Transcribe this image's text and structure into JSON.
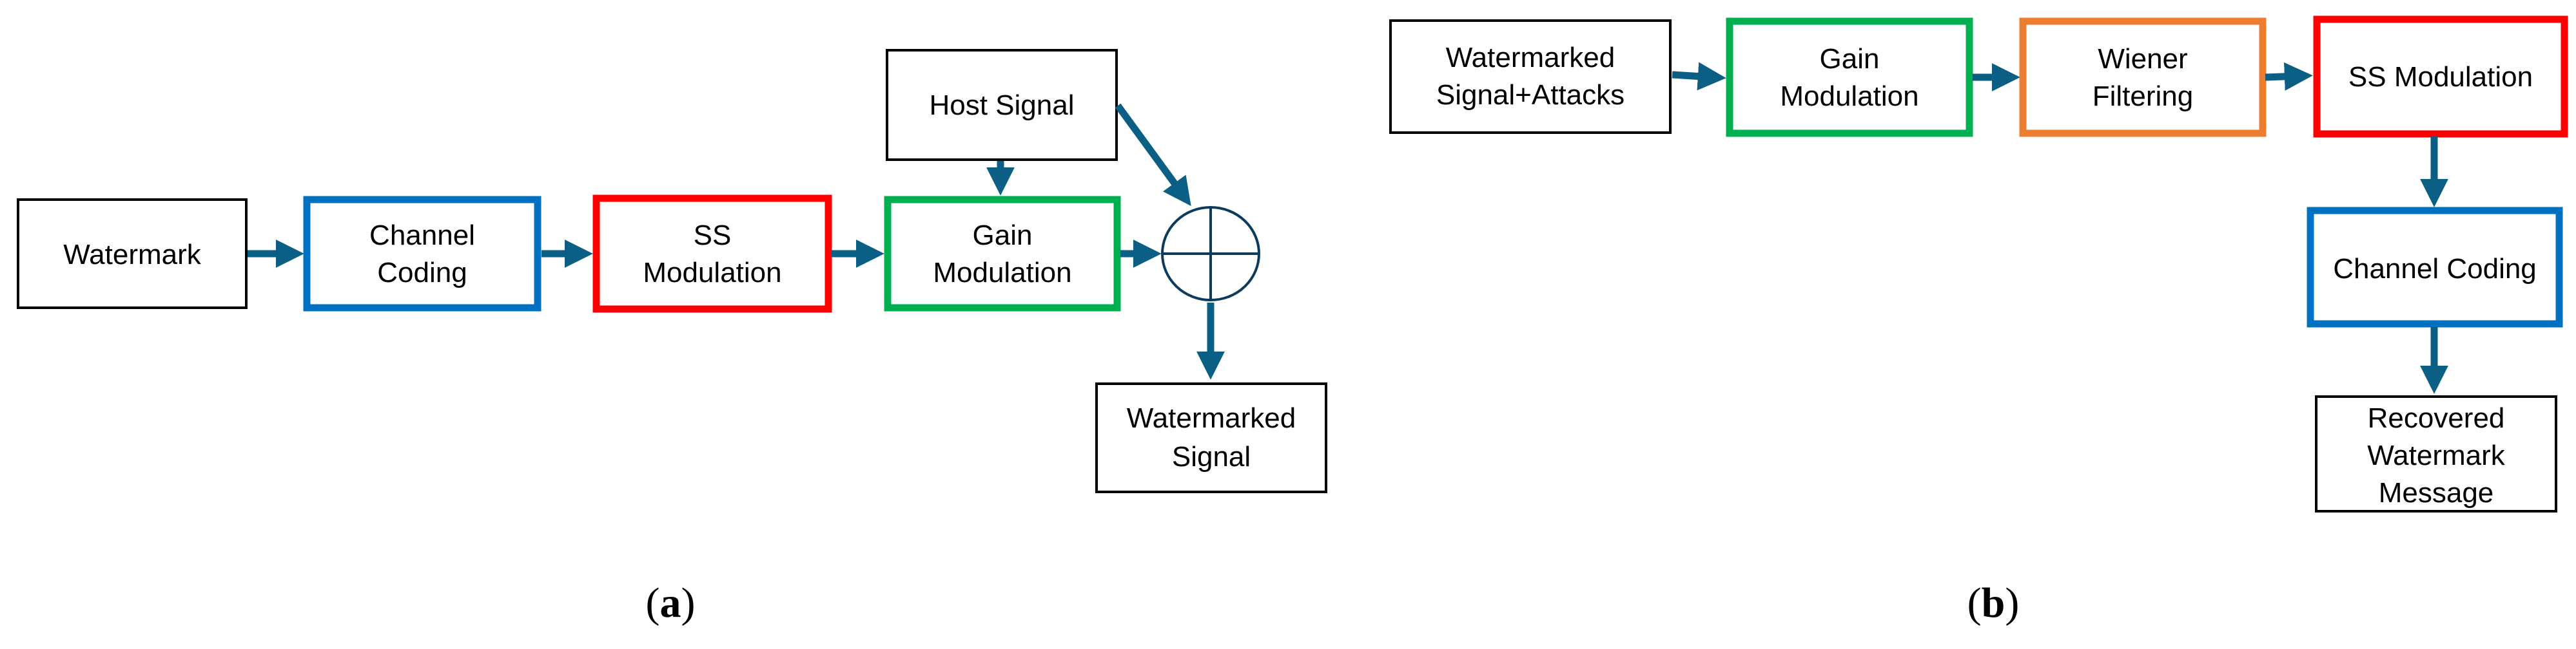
{
  "colors": {
    "arrow": "#0b5f84",
    "black_box": "#000000",
    "blue_box": "#0070c0",
    "red_box": "#ff0000",
    "green_box": "#00b050",
    "orange_box": "#ed7d31",
    "adder": "#0d3b5c"
  },
  "panel_a": {
    "watermark": [
      "Watermark"
    ],
    "channel_coding": [
      "Channel",
      "Coding"
    ],
    "ss_modulation": [
      "SS",
      "Modulation"
    ],
    "gain_modulation": [
      "Gain",
      "Modulation"
    ],
    "host_signal": [
      "Host Signal"
    ],
    "watermarked_signal": [
      "Watermarked",
      "Signal"
    ],
    "label_open": "(",
    "label_letter": "a",
    "label_close": ")"
  },
  "panel_b": {
    "watermarked_attacks": [
      "Watermarked",
      "Signal+Attacks"
    ],
    "gain_modulation": [
      "Gain",
      "Modulation"
    ],
    "wiener_filtering": [
      "Wiener",
      "Filtering"
    ],
    "ss_modulation": [
      "SS Modulation"
    ],
    "channel_coding": [
      "Channel Coding"
    ],
    "recovered_message": [
      "Recovered",
      "Watermark",
      "Message"
    ],
    "label_open": "(",
    "label_letter": "b",
    "label_close": ")"
  }
}
